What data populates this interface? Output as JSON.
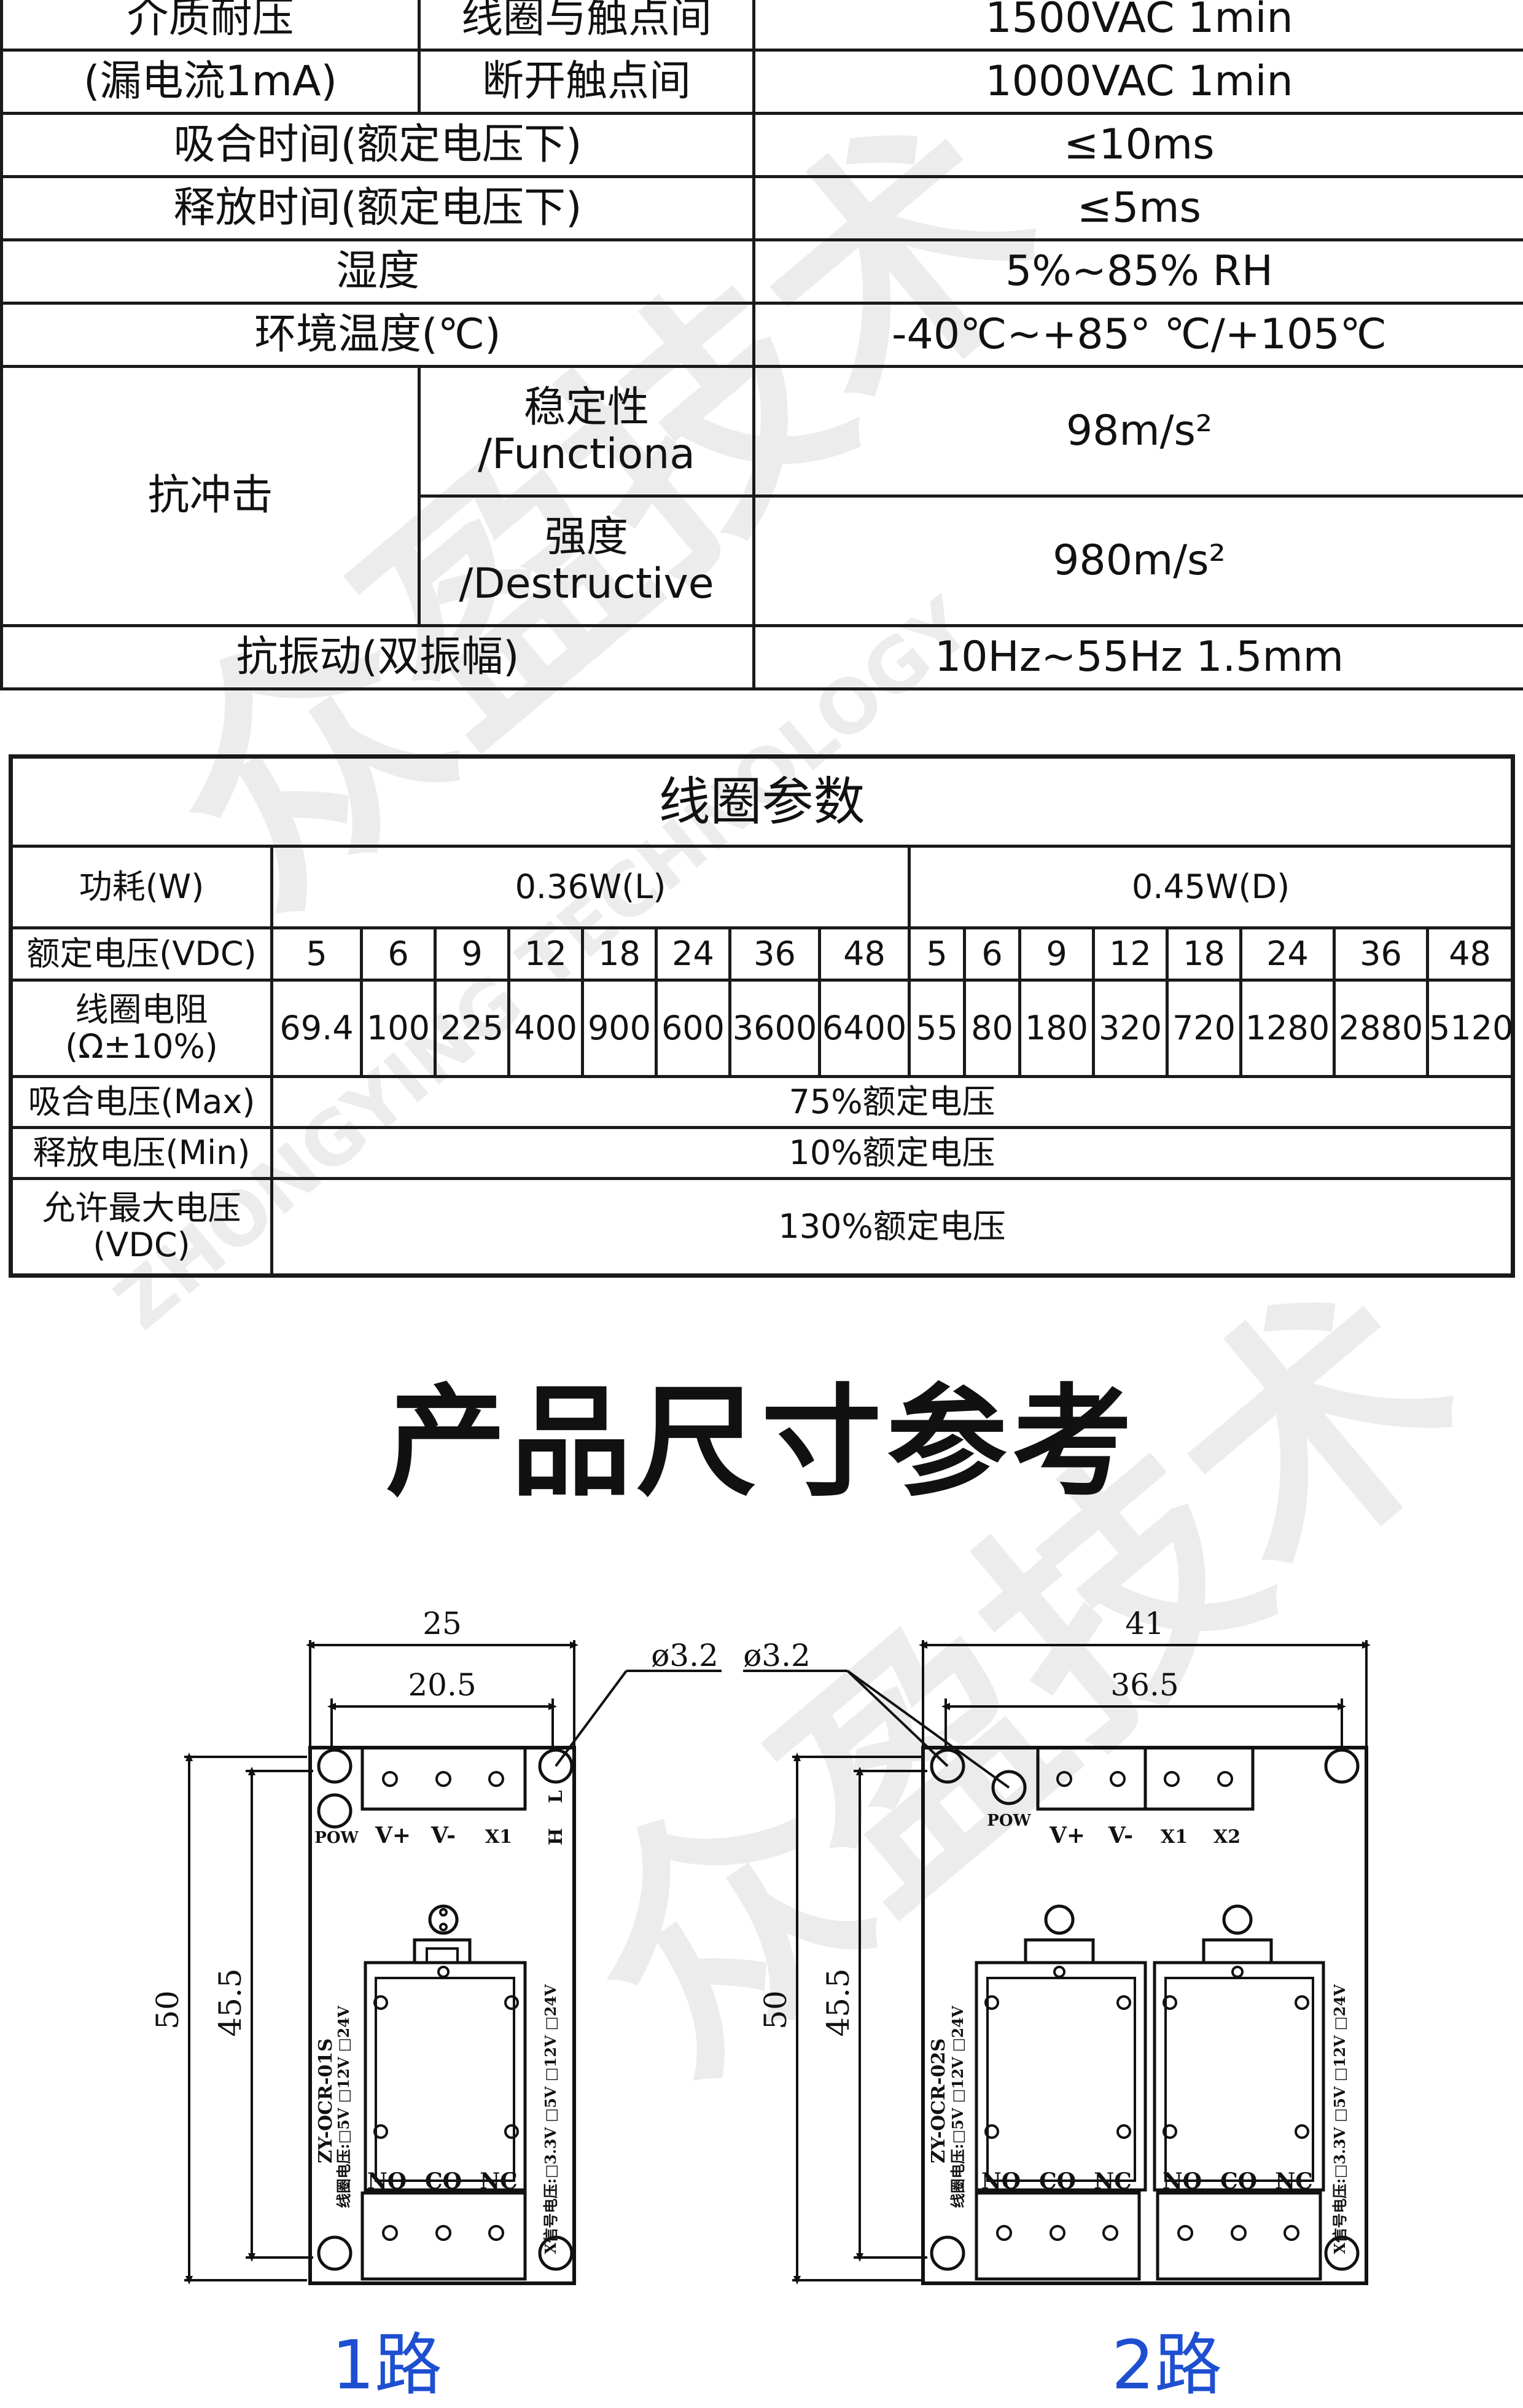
{
  "spec_table": {
    "rows": [
      {
        "group": "介质耐压",
        "sub": "线圈与触点间",
        "value": "1500VAC 1min"
      },
      {
        "group": "(漏电流1mA)",
        "sub": "断开触点间",
        "value": "1000VAC 1min"
      },
      {
        "label": "吸合时间(额定电压下)",
        "value": "≤10ms"
      },
      {
        "label": "释放时间(额定电压下)",
        "value": "≤5ms"
      },
      {
        "label": "湿度",
        "value": "5%~85% RH"
      },
      {
        "label": "环境温度(℃)",
        "value": "-40℃~+85° ℃/+105℃"
      },
      {
        "group": "抗冲击",
        "sub": "稳定性\n/Functiona",
        "value": "98m/s²"
      },
      {
        "sub": "强度\n/Destructive",
        "value": "980m/s²"
      },
      {
        "label": "抗振动(双振幅)",
        "value": "10Hz~55Hz 1.5mm"
      }
    ]
  },
  "coil_table": {
    "title": "线圈参数",
    "power_label": "功耗(W)",
    "power_l": "0.36W(L)",
    "power_d": "0.45W(D)",
    "voltage_label": "额定电压(VDC)",
    "voltages": [
      "5",
      "6",
      "9",
      "12",
      "18",
      "24",
      "36",
      "48",
      "5",
      "6",
      "9",
      "12",
      "18",
      "24",
      "36",
      "48"
    ],
    "resistance_label": "线圈电阻\n(Ω±10%)",
    "resistances": [
      "69.4",
      "100",
      "225",
      "400",
      "900",
      "600",
      "3600",
      "6400",
      "55",
      "80",
      "180",
      "320",
      "720",
      "1280",
      "2880",
      "5120"
    ],
    "pickup_label": "吸合电压(Max)",
    "pickup_value": "75%额定电压",
    "release_label": "释放电压(Min)",
    "release_value": "10%额定电压",
    "max_label": "允许最大电压\n(VDC)",
    "max_value": "130%额定电压"
  },
  "section_title": "产品尺寸参考",
  "drawing": {
    "one": {
      "width_outer": "25",
      "width_inner": "20.5",
      "hole": "ø3.2",
      "height_outer": "50",
      "height_inner": "45.5",
      "model": "ZY-OCR-01S",
      "left_text": "线圈电压:□5V □12V □24V",
      "right_text": "X信号电压:□3.3V □5V □12V □24V",
      "pins_top": [
        "V+",
        "V-",
        "X1"
      ],
      "pow": "POW",
      "hl": [
        "H",
        "L"
      ],
      "pins_bottom": [
        "NO",
        "CO",
        "NC"
      ],
      "label": "1路"
    },
    "two": {
      "width_outer": "41",
      "width_inner": "36.5",
      "hole": "ø3.2",
      "height_outer": "50",
      "height_inner": "45.5",
      "model": "ZY-OCR-02S",
      "left_text": "线圈电压:□5V □12V □24V",
      "right_text": "X信号电压:□3.3V □5V □12V □24V",
      "pins_top": [
        "V+",
        "V-",
        "X1",
        "X2"
      ],
      "pow": "POW",
      "pins_bottom": [
        "NO",
        "CO",
        "NC",
        "NO",
        "CO",
        "NC"
      ],
      "label": "2路"
    }
  },
  "watermark": {
    "brand": "众盈技术",
    "en": "ZHONGYING TECHNOLOGY"
  }
}
